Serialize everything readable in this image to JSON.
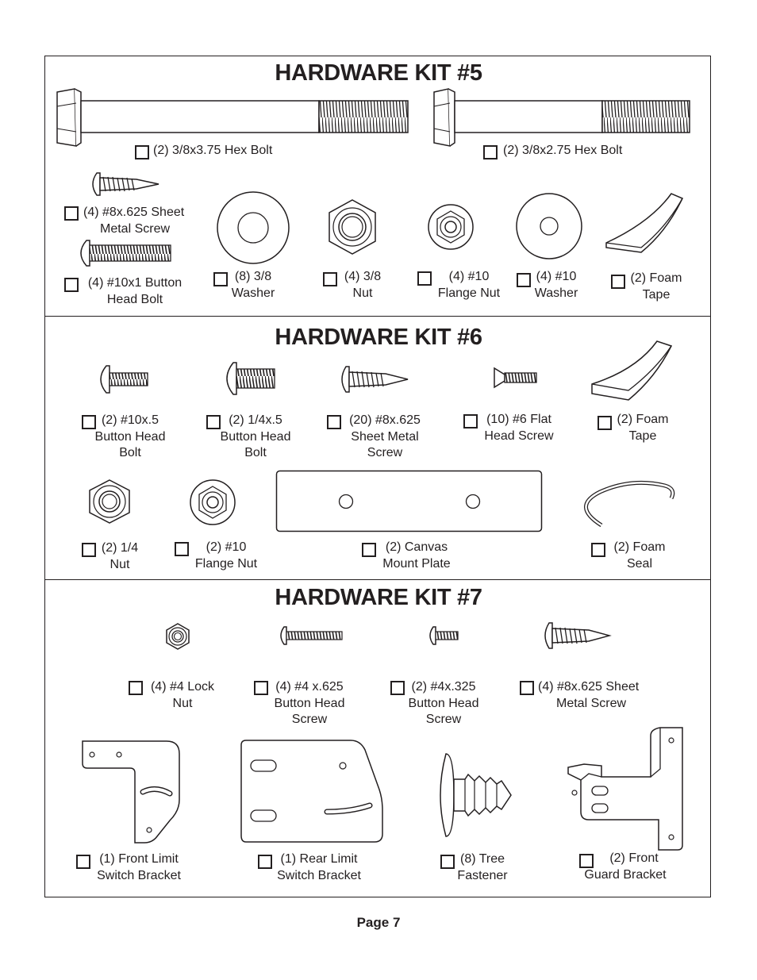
{
  "kit5": {
    "title": "HARDWARE KIT #5",
    "items": [
      {
        "qty_label": "(2) 3/8x3.75 Hex Bolt"
      },
      {
        "qty_label": "(2) 3/8x2.75 Hex Bolt"
      },
      {
        "line1": "(4) #8x.625 Sheet",
        "line2": "Metal Screw"
      },
      {
        "line1": "(4) #10x1 Button",
        "line2": "Head Bolt"
      },
      {
        "line1": "(8) 3/8",
        "line2": "Washer"
      },
      {
        "line1": "(4) 3/8",
        "line2": "Nut"
      },
      {
        "line1": "(4) #10",
        "line2": "Flange Nut"
      },
      {
        "line1": "(4) #10",
        "line2": "Washer"
      },
      {
        "line1": "(2) Foam",
        "line2": "Tape"
      }
    ]
  },
  "kit6": {
    "title": "HARDWARE KIT #6",
    "items": [
      {
        "line1": "(2) #10x.5",
        "line2": "Button Head",
        "line3": "Bolt"
      },
      {
        "line1": "(2) 1/4x.5",
        "line2": "Button Head",
        "line3": "Bolt"
      },
      {
        "line1": "(20) #8x.625",
        "line2": "Sheet Metal",
        "line3": "Screw"
      },
      {
        "line1": "(10) #6 Flat",
        "line2": "Head Screw"
      },
      {
        "line1": "(2) Foam",
        "line2": "Tape"
      },
      {
        "line1": "(2) 1/4",
        "line2": "Nut"
      },
      {
        "line1": "(2) #10",
        "line2": "Flange Nut"
      },
      {
        "line1": "(2) Canvas",
        "line2": "Mount Plate"
      },
      {
        "line1": "(2) Foam",
        "line2": "Seal"
      }
    ]
  },
  "kit7": {
    "title": "HARDWARE KIT #7",
    "items": [
      {
        "line1": "(4) #4 Lock",
        "line2": "Nut"
      },
      {
        "line1": "(4) #4 x.625",
        "line2": "Button Head",
        "line3": "Screw"
      },
      {
        "line1": "(2) #4x.325",
        "line2": "Button Head",
        "line3": "Screw"
      },
      {
        "line1": "(4) #8x.625 Sheet",
        "line2": "Metal Screw"
      },
      {
        "line1": "(1) Front Limit",
        "line2": "Switch Bracket"
      },
      {
        "line1": "(1) Rear Limit",
        "line2": "Switch Bracket"
      },
      {
        "line1": "(8) Tree",
        "line2": "Fastener"
      },
      {
        "line1": "(2) Front",
        "line2": "Guard Bracket"
      }
    ]
  },
  "page_label": "Page 7"
}
